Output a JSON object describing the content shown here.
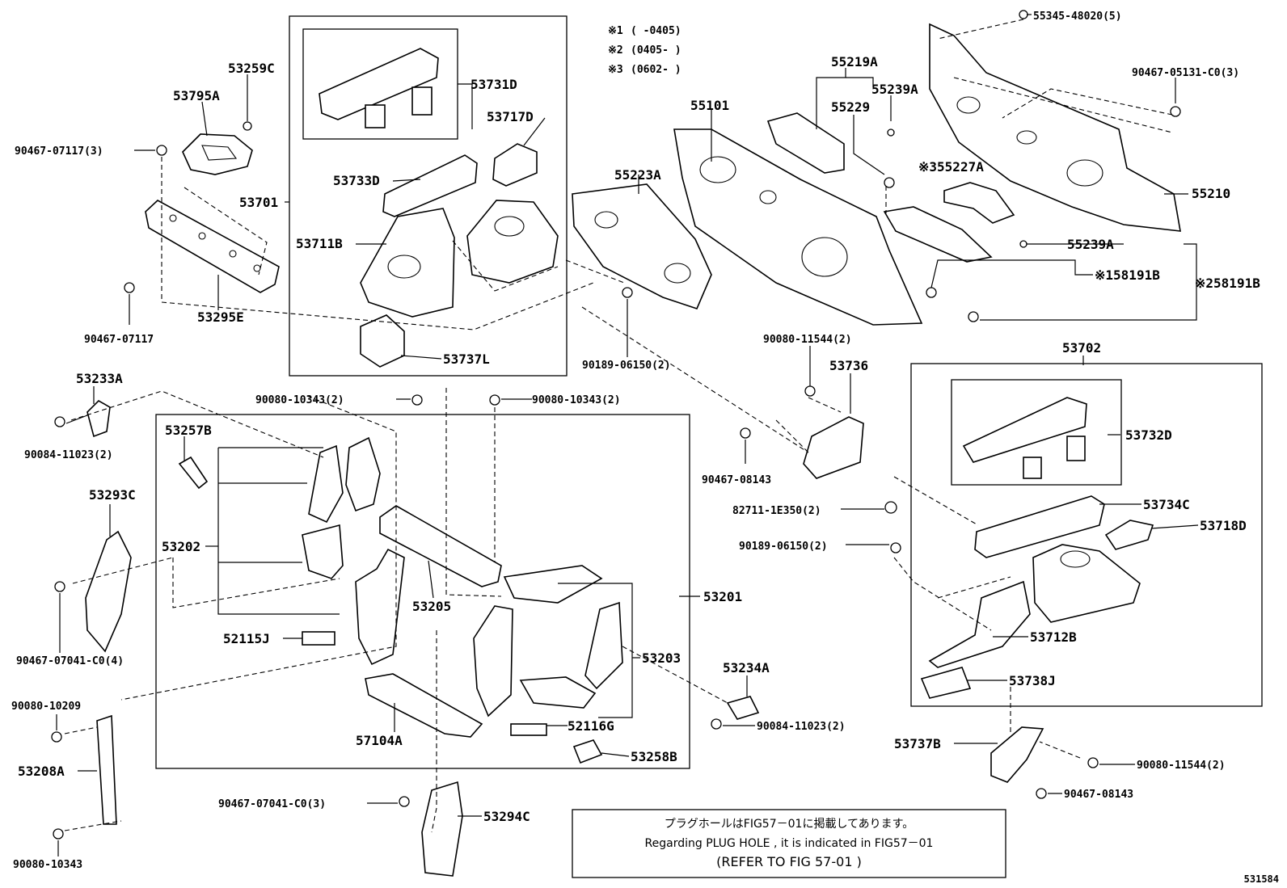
{
  "notes": {
    "variants": [
      {
        "mark": "※1",
        "range": "(      -0405)"
      },
      {
        "mark": "※2",
        "range": "(0405-      )"
      },
      {
        "mark": "※3",
        "range": "(0602-      )"
      }
    ],
    "plug_hole_jp": "プラグホールはFIG57－01に掲載してあります。",
    "plug_hole_en": "Regarding  PLUG  HOLE , it  is  indicated  in  FIG57－01",
    "refer": "(REFER TO FIG  57-01   )",
    "figure_code": "531584"
  },
  "labels": {
    "p53731D": "53731D",
    "p53717D": "53717D",
    "p53733D": "53733D",
    "p53701": "53701",
    "p53711B": "53711B",
    "p53737L": "53737L",
    "p53795A": "53795A",
    "p53259C": "53259C",
    "p90467_07117_3": "90467-07117(3)",
    "p90467_07117": "90467-07117",
    "p53295E": "53295E",
    "p55101": "55101",
    "p55223A": "55223A",
    "p55219A": "55219A",
    "p55239A_top": "55239A",
    "p55229": "55229",
    "p55227A": "※355227A",
    "p55345": "55345-48020(5)",
    "p90467_05131": "90467-05131-C0(3)",
    "p55210": "55210",
    "p55239A_mid": "55239A",
    "p58191B_1": "※158191B",
    "p58191B_2": "※258191B",
    "p90189_06150_a": "90189-06150(2)",
    "p90080_11544_a": "90080-11544(2)",
    "p53736": "53736",
    "p90467_08143_a": "90467-08143",
    "p53702": "53702",
    "p53732D": "53732D",
    "p53734C": "53734C",
    "p53718D": "53718D",
    "p82711": "82711-1E350(2)",
    "p90189_06150_b": "90189-06150(2)",
    "p53712B": "53712B",
    "p53738J": "53738J",
    "p53737B": "53737B",
    "p90080_11544_b": "90080-11544(2)",
    "p90467_08143_b": "90467-08143",
    "p53233A": "53233A",
    "p90084_11023_a": "90084-11023(2)",
    "p90080_10343_a": "90080-10343(2)",
    "p90080_10343_b": "90080-10343(2)",
    "p53257B": "53257B",
    "p53202": "53202",
    "p53205": "53205",
    "p53201": "53201",
    "p52115J": "52115J",
    "p53203": "53203",
    "p52116G": "52116G",
    "p53258B": "53258B",
    "p57104A": "57104A",
    "p53234A": "53234A",
    "p90084_11023_b": "90084-11023(2)",
    "p53293C": "53293C",
    "p90467_07041_4": "90467-07041-C0(4)",
    "p90080_10209": "90080-10209",
    "p53208A": "53208A",
    "p90080_10343_c": "90080-10343",
    "p90467_07041_3": "90467-07041-C0(3)",
    "p53294C": "53294C"
  }
}
